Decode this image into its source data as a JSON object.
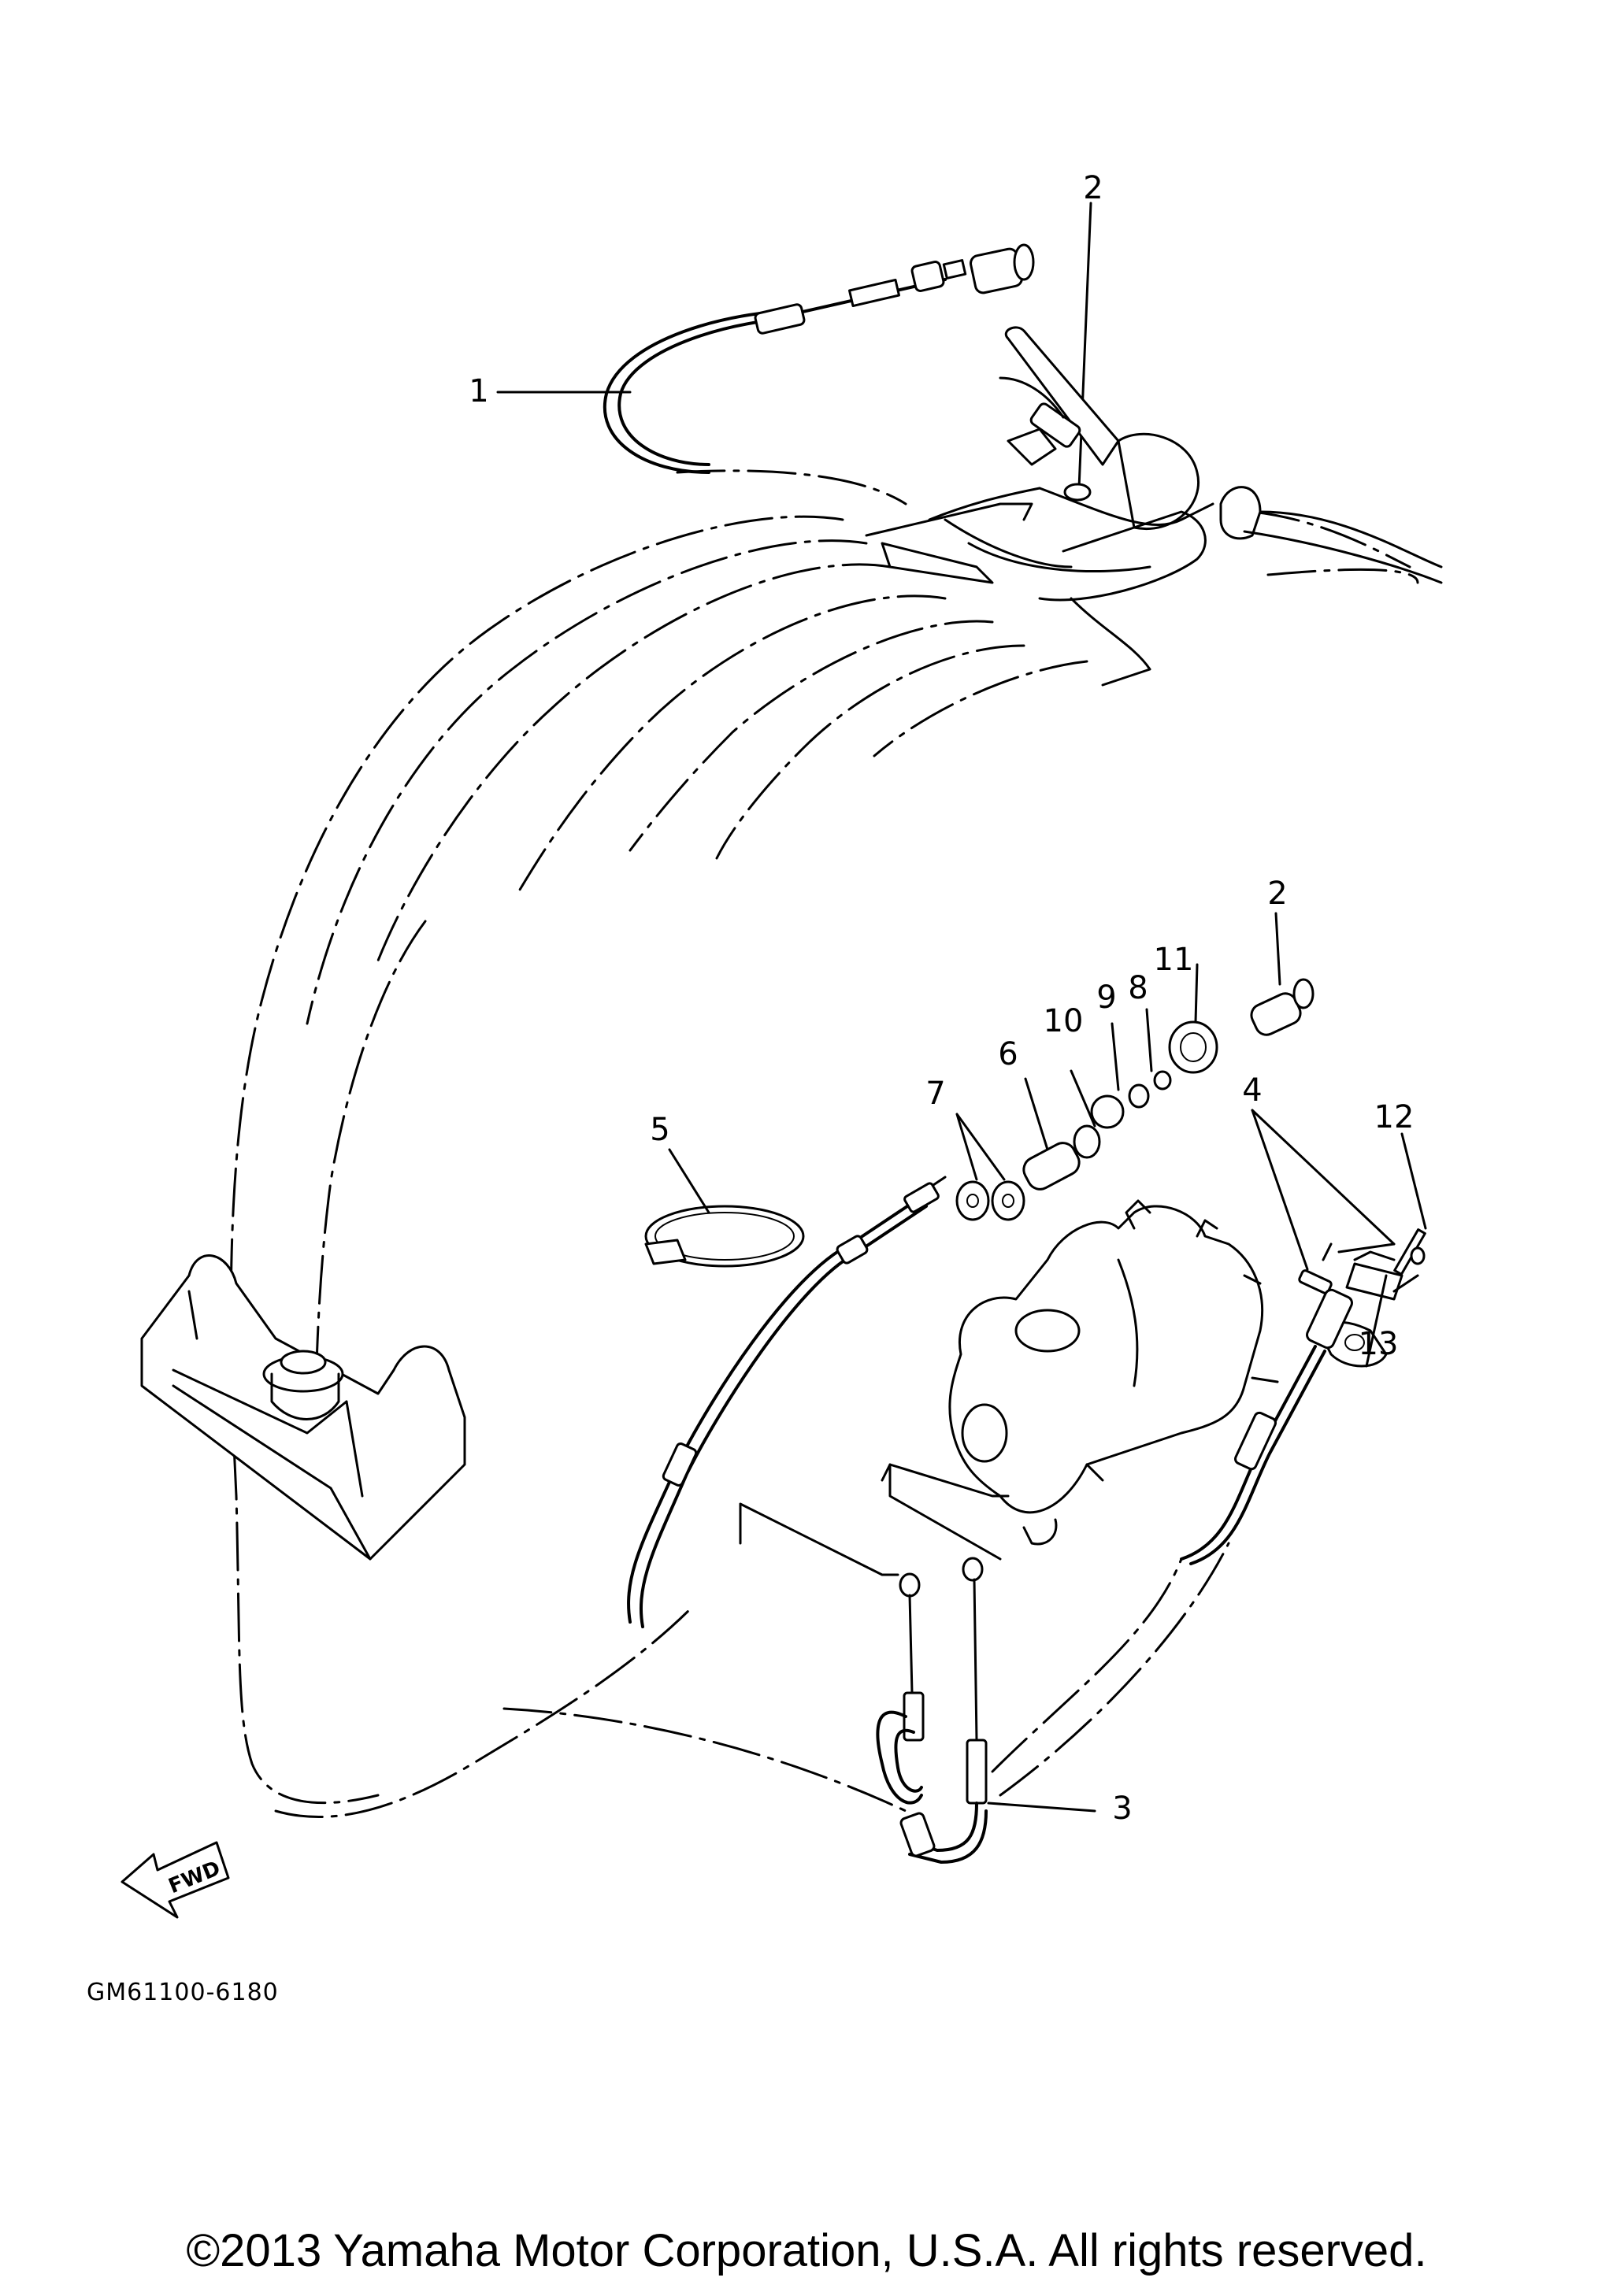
{
  "diagram": {
    "callouts": [
      {
        "id": "c1",
        "label": "1"
      },
      {
        "id": "c2a",
        "label": "2"
      },
      {
        "id": "c2b",
        "label": "2"
      },
      {
        "id": "c3",
        "label": "3"
      },
      {
        "id": "c4",
        "label": "4"
      },
      {
        "id": "c5",
        "label": "5"
      },
      {
        "id": "c6",
        "label": "6"
      },
      {
        "id": "c7",
        "label": "7"
      },
      {
        "id": "c8",
        "label": "8"
      },
      {
        "id": "c9",
        "label": "9"
      },
      {
        "id": "c10",
        "label": "10"
      },
      {
        "id": "c11",
        "label": "11"
      },
      {
        "id": "c12",
        "label": "12"
      },
      {
        "id": "c13",
        "label": "13"
      }
    ],
    "fwd_label": "FWD",
    "drawing_code": "GM61100-6180"
  },
  "footer": {
    "copyright": "©2013 Yamaha Motor Corporation, U.S.A. All rights reserved."
  }
}
